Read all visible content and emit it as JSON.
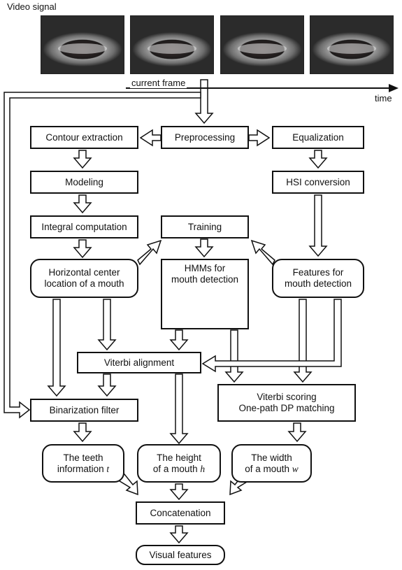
{
  "video": {
    "title": "Video signal",
    "current_frame": "current frame",
    "time": "time"
  },
  "nodes": {
    "preprocessing": "Preprocessing",
    "contour": "Contour extraction",
    "equalization": "Equalization",
    "modeling": "Modeling",
    "hsi": "HSI conversion",
    "integral": "Integral computation",
    "training": "Training",
    "horizontal": [
      "Horizontal center",
      "location of a mouth"
    ],
    "hmms": [
      "HMMs for",
      "mouth detection"
    ],
    "features": [
      "Features for",
      "mouth detection"
    ],
    "viterbi_alignment": "Viterbi alignment",
    "binarization": "Binarization filter",
    "viterbi_scoring": [
      "Viterbi scoring",
      "One-path DP matching"
    ],
    "teeth": [
      "The teeth",
      "information",
      "t"
    ],
    "height": [
      "The height",
      "of a mouth",
      "h"
    ],
    "width": [
      "The width",
      "of a mouth",
      "w"
    ],
    "concatenation": "Concatenation",
    "visual": "Visual features"
  }
}
